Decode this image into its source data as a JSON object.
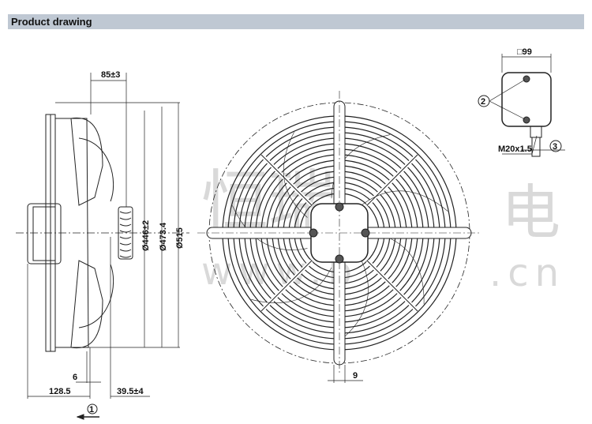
{
  "header": {
    "title": "Product drawing"
  },
  "watermark": {
    "chinese_left": "恒瑞",
    "chinese_right": "电",
    "url_left": "www.b",
    "url_right": ".cn"
  },
  "side_view": {
    "dims": {
      "depth_top": "85±3",
      "d1": "Ø446±2",
      "d2": "Ø473.4",
      "d3": "Ø515",
      "plate": "6",
      "overall": "128.5",
      "offset": "39.5±4"
    },
    "callout_1": "1"
  },
  "front_view": {
    "dims": {
      "slot": "9"
    }
  },
  "terminal_box": {
    "size": "□99",
    "thread": "M20x1.5",
    "callout_2": "2",
    "callout_3": "3"
  },
  "colors": {
    "header_bg": "#bfc8d3",
    "line": "#222222",
    "watermark": "#d9d9d9"
  }
}
